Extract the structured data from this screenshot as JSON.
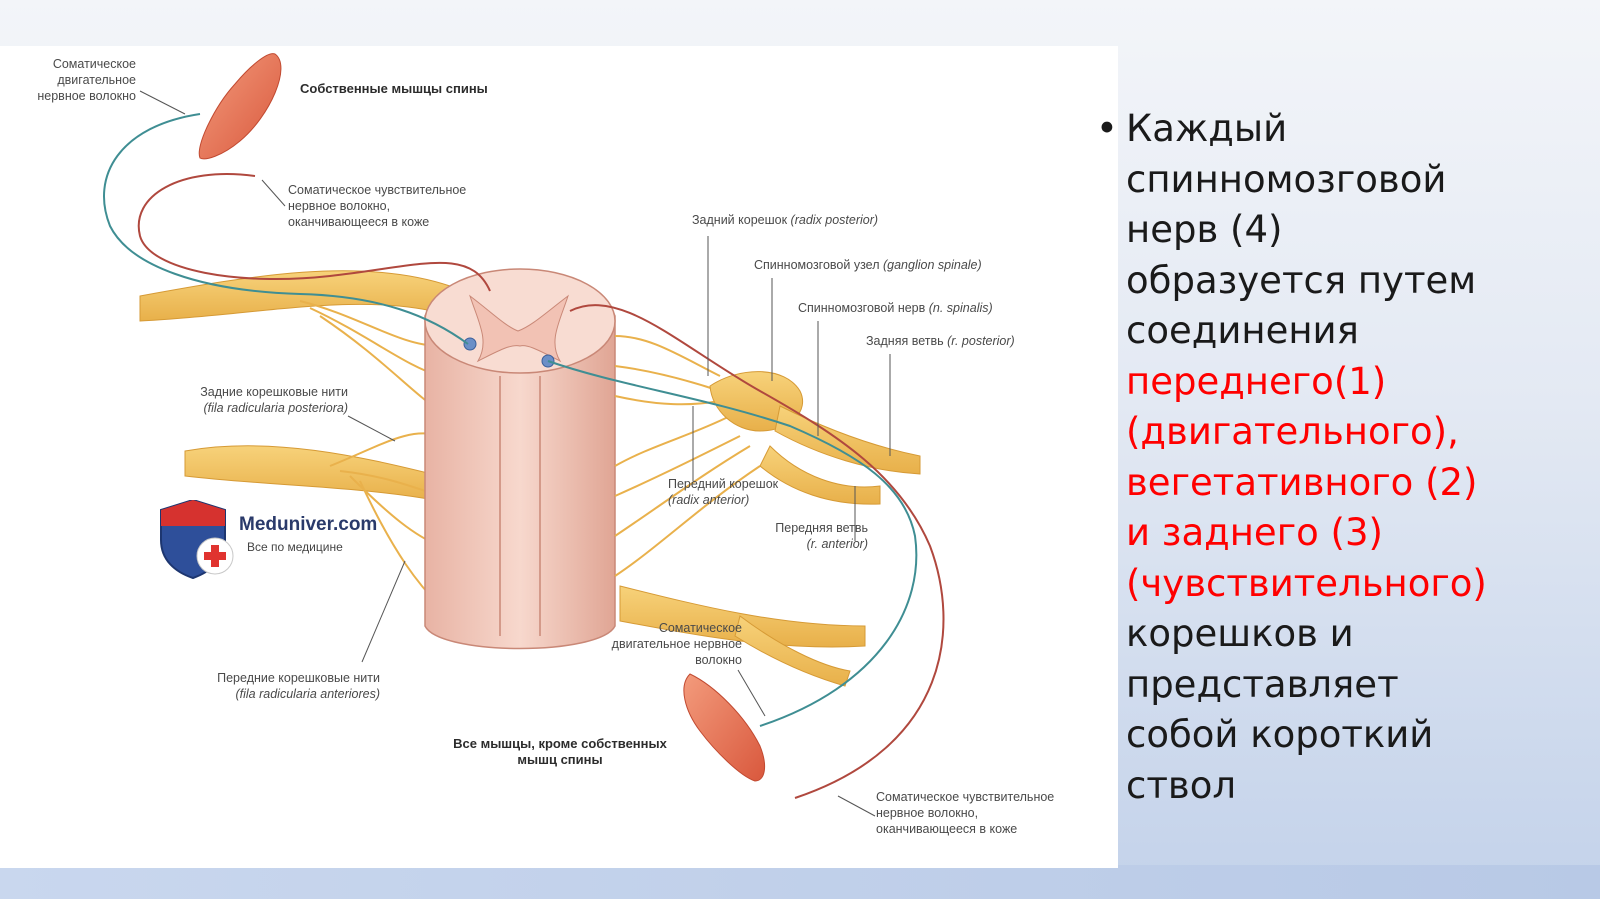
{
  "slide": {
    "bullet_lines": [
      {
        "text": "Каждый",
        "highlight": false
      },
      {
        "text": "спинномозговой",
        "highlight": false
      },
      {
        "text": "нерв (4)",
        "highlight": false
      },
      {
        "text": "образуется путем",
        "highlight": false
      },
      {
        "text": "соединения",
        "highlight": false
      },
      {
        "text": "переднего(1)",
        "highlight": true
      },
      {
        "text": "(двигательного),",
        "highlight": true
      },
      {
        "text": "вегетативного (2)",
        "highlight": true
      },
      {
        "text": "и заднего (3)",
        "highlight": true
      },
      {
        "text": "(чувствительного)",
        "highlight": true
      },
      {
        "text": "корешков и",
        "highlight": false
      },
      {
        "text": "представляет",
        "highlight": false
      },
      {
        "text": "собой короткий",
        "highlight": false
      },
      {
        "text": "ствол",
        "highlight": false
      }
    ],
    "highlight_color": "#ff0000",
    "bullet_symbol": "•"
  },
  "diagram": {
    "labels": {
      "somatic_motor_fiber_top": "Соматическое\nдвигательное\nнервное волокно",
      "own_back_muscles": "Собственные мышцы спины",
      "somatic_sensory_fiber_top": "Соматическое чувствительное\nнервное волокно,\nоканчивающееся в коже",
      "posterior_root": "Задний корешок",
      "posterior_root_latin": "(radix posterior)",
      "spinal_ganglion": "Спинномозговой узел",
      "spinal_ganglion_latin": "(ganglion spinale)",
      "spinal_nerve": "Спинномозговой нерв",
      "spinal_nerve_latin": "(n. spinalis)",
      "posterior_branch": "Задняя ветвь",
      "posterior_branch_latin": "(r. posterior)",
      "posterior_rootlets": "Задние корешковые нити",
      "posterior_rootlets_latin": "(fila radicularia posteriora)",
      "anterior_root": "Передний корешок",
      "anterior_root_latin": "(radix anterior)",
      "anterior_branch": "Передняя ветвь",
      "anterior_branch_latin": "(r. anterior)",
      "somatic_motor_fiber_bottom": "Соматическое\nдвигательное нервное\nволокно",
      "anterior_rootlets": "Передние корешковые нити",
      "anterior_rootlets_latin": "(fila radicularia anteriores)",
      "all_muscles_except": "Все мышцы, кроме собственных\nмышц спины",
      "somatic_sensory_fiber_bottom": "Соматическое чувствительное\nнервное волокно,\nоканчивающееся в коже"
    },
    "logo": {
      "name": "Meduniver.com",
      "tagline": "Все по медицине"
    }
  }
}
